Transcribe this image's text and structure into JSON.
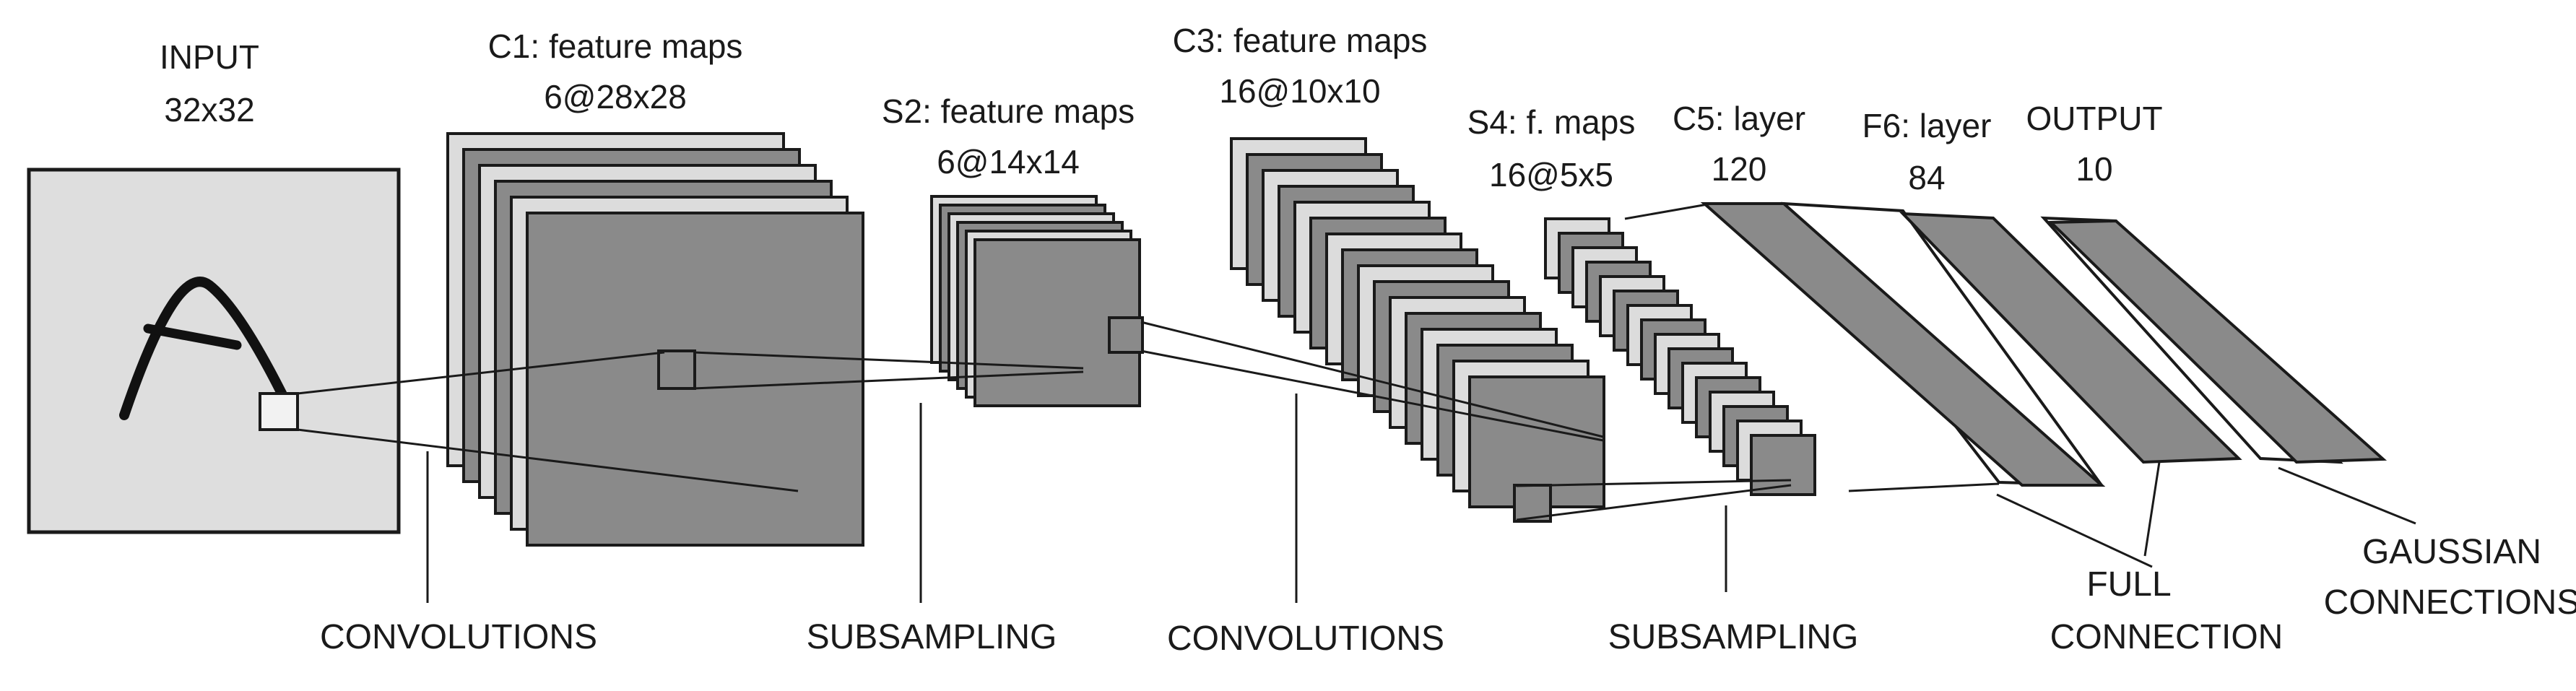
{
  "layers": {
    "input": {
      "name": "INPUT",
      "size": "32x32"
    },
    "c1": {
      "name": "C1: feature maps",
      "size": "6@28x28"
    },
    "s2": {
      "name": "S2: feature maps",
      "size": "6@14x14"
    },
    "c3": {
      "name": "C3: feature maps",
      "size": "16@10x10"
    },
    "s4": {
      "name": "S4: f. maps",
      "size": "16@5x5"
    },
    "c5": {
      "name": "C5: layer",
      "size": "120"
    },
    "f6": {
      "name": "F6: layer",
      "size": "84"
    },
    "output": {
      "name": "OUTPUT",
      "size": "10"
    }
  },
  "operations": {
    "conv1": "CONVOLUTIONS",
    "sub1": "SUBSAMPLING",
    "conv2": "CONVOLUTIONS",
    "sub2": "SUBSAMPLING",
    "full_1": "FULL",
    "full_2": "CONNECTION",
    "gauss_1": "GAUSSIAN",
    "gauss_2": "CONNECTIONS"
  },
  "colors": {
    "light_map": "#dcdcdc",
    "dark_map": "#8a8a8a",
    "input_bg": "#dedede",
    "stroke": "#1a1a1a"
  }
}
